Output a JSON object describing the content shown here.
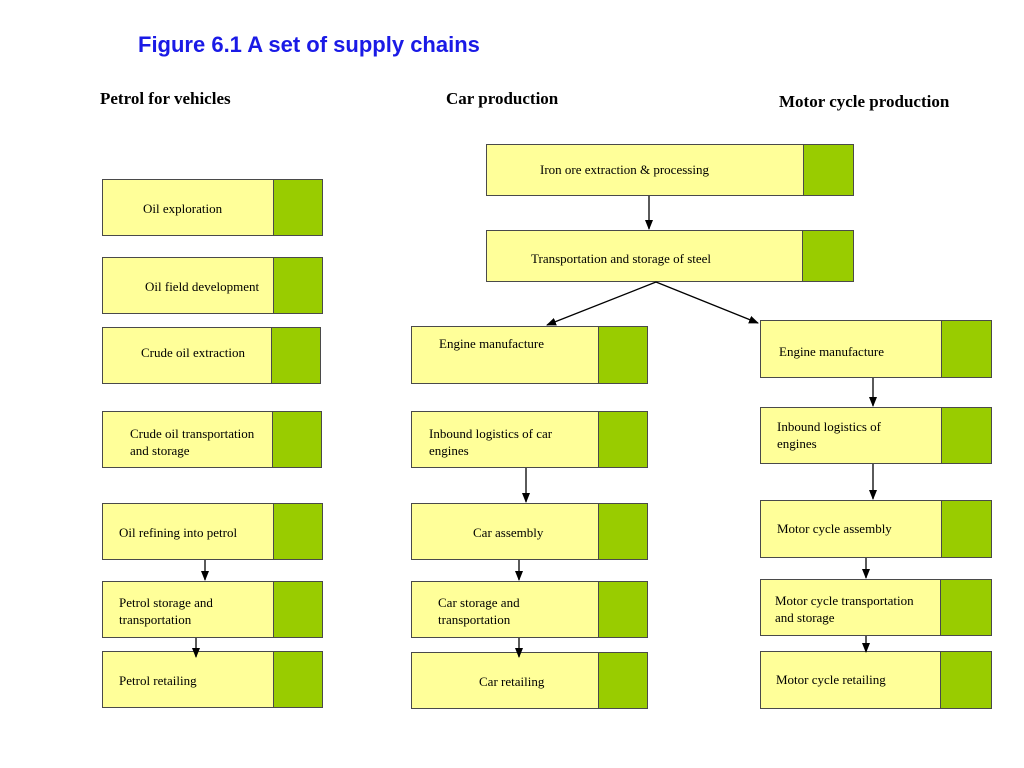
{
  "title": "Figure 6.1 A set of supply chains",
  "columns": {
    "petrol": "Petrol for vehicles",
    "car": "Car production",
    "motor": "Motor cycle production"
  },
  "petrol_steps": [
    "Oil exploration",
    "Oil field development",
    "Crude oil extraction",
    "Crude oil transportation and storage",
    "Oil refining into petrol",
    "Petrol storage and transportation",
    "Petrol retailing"
  ],
  "car_shared_steps": [
    "Iron ore extraction & processing",
    "Transportation and storage of steel"
  ],
  "car_steps": [
    "Engine manufacture",
    "Inbound logistics of car engines",
    "Car assembly",
    "Car storage and transportation",
    "Car retailing"
  ],
  "motor_steps": [
    "Engine manufacture",
    "Inbound logistics of engines",
    "Motor cycle assembly",
    "Motor cycle transportation and storage",
    "Motor cycle retailing"
  ],
  "colors": {
    "title": "#1a1ae6",
    "box_fill": "#ffff99",
    "box_accent": "#99cc00",
    "border": "#4a4a4a"
  }
}
